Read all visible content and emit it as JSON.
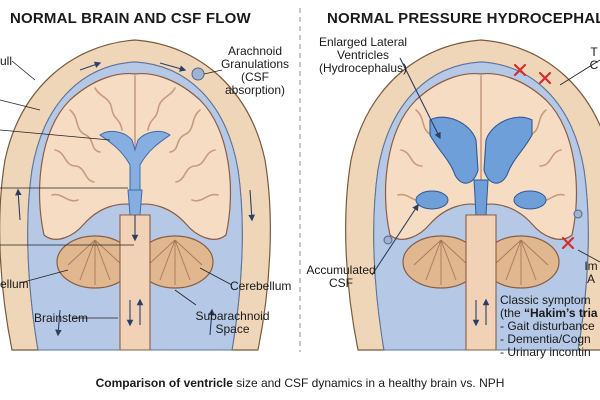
{
  "titles": {
    "left": "NORMAL BRAIN AND CSF FLOW",
    "right": "NORMAL PRESSURE HYDROCEPHALUS"
  },
  "left_labels": {
    "skull": "ull",
    "arachnoid_line1": "Arachnoid",
    "arachnoid_line2": "Granulations",
    "arachnoid_line3": "(CSF",
    "arachnoid_line4": "absorption)",
    "cerebellum_left": "ellum",
    "cerebellum_right": "Cerebellum",
    "brainstem": "Brainstem",
    "subarachnoid_line1": "Subarachnoid",
    "subarachnoid_line2": "Space"
  },
  "right_labels": {
    "enlarged_line1": "Enlarged Lateral",
    "enlarged_line2": "Ventricles",
    "enlarged_line3": "(Hydrocephalus)",
    "top_cut_line1": "T",
    "top_cut_line2": "C",
    "accumulated_line1": "Accumulated",
    "accumulated_line2": "CSF",
    "impaired_line1": "Im",
    "impaired_line2": "A",
    "symptoms_line1": "Classic symptom",
    "symptoms_line2_prefix": "(the ",
    "symptoms_line2_bold": "“Hakim’s tria",
    "symptom_1": "- Gait disturbance",
    "symptom_2": "- Dementia/Cogn",
    "symptom_3": "- Urinary incontin"
  },
  "caption": {
    "bold": "Comparison of ventricle",
    "rest": " size and CSF dynamics in a healthy brain vs. NPH"
  },
  "colors": {
    "skull": "#f0d6b8",
    "csf": "#b5c9e6",
    "brain": "#f7dcc4",
    "sulci": "#c99a7e",
    "ventricle": "#86aee0",
    "ventricle_enlarged": "#6f9fd8",
    "cerebellum": "#e0b78e",
    "x_mark": "#d32f2f"
  }
}
